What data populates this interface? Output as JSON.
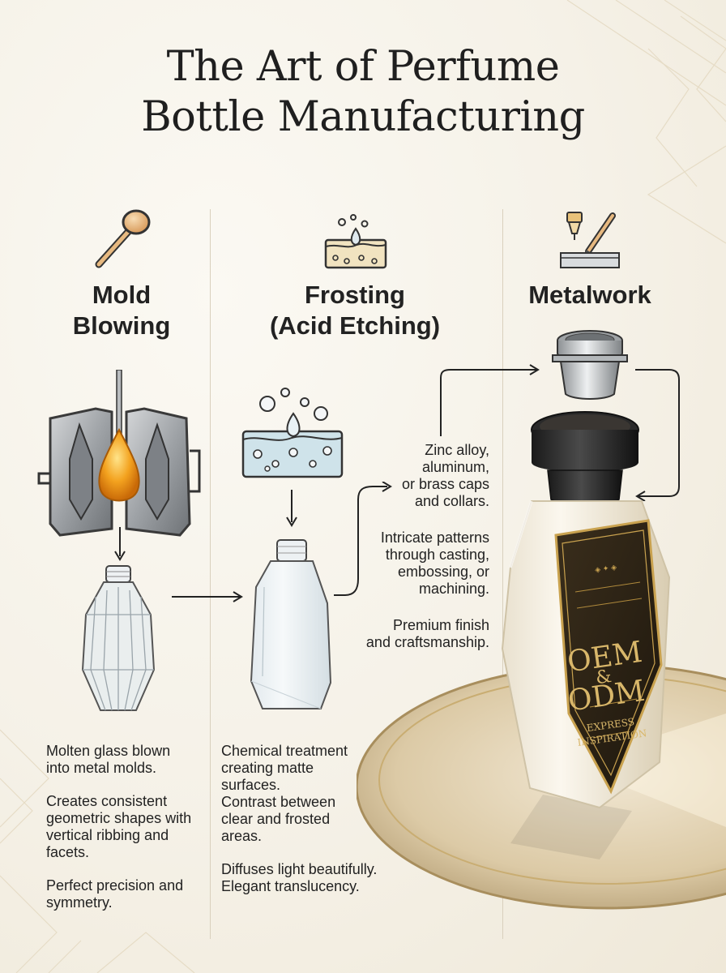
{
  "title": {
    "line1": "The Art of Perfume",
    "line2": "Bottle Manufacturing"
  },
  "columns": {
    "mold": {
      "heading_line1": "Mold",
      "heading_line2": "Blowing",
      "icon": "glass-ladle-icon",
      "desc": {
        "line1": "Molten glass blown",
        "line2": "into metal molds.",
        "line3": "Creates consistent",
        "line4": "geometric shapes with",
        "line5": "vertical ribbing and",
        "line6": "facets.",
        "line7": "Perfect precision and",
        "line8": "symmetry."
      }
    },
    "frosting": {
      "heading_line1": "Frosting",
      "heading_line2": "(Acid Etching)",
      "icon": "acid-bath-icon",
      "desc": {
        "line1": "Chemical treatment",
        "line2": "creating matte",
        "line3": "surfaces.",
        "line4": "Contrast between",
        "line5": "clear and frosted",
        "line6": "areas.",
        "line7": "Diffuses light beautifully.",
        "line8": "Elegant translucency."
      }
    },
    "metalwork": {
      "heading": "Metalwork",
      "icon": "engraving-tool-icon",
      "desc": {
        "line1": "Zinc alloy,",
        "line2": "aluminum,",
        "line3": "or brass caps",
        "line4": "and collars.",
        "line5": "Intricate patterns",
        "line6": "through casting,",
        "line7": "embossing, or",
        "line8": "machining.",
        "line9": "Premium finish",
        "line10": "and craftsmanship."
      }
    }
  },
  "bottle_label": {
    "big_line1": "OEM",
    "big_amp": "&",
    "big_line2": "ODM",
    "small_line1": "EXPRESS",
    "small_line2": "INSPIRATION"
  },
  "colors": {
    "background": "#f5f1e7",
    "accent_gold": "#b8974e",
    "text": "#1e1e1e",
    "molten_glass": "#f0a020"
  }
}
